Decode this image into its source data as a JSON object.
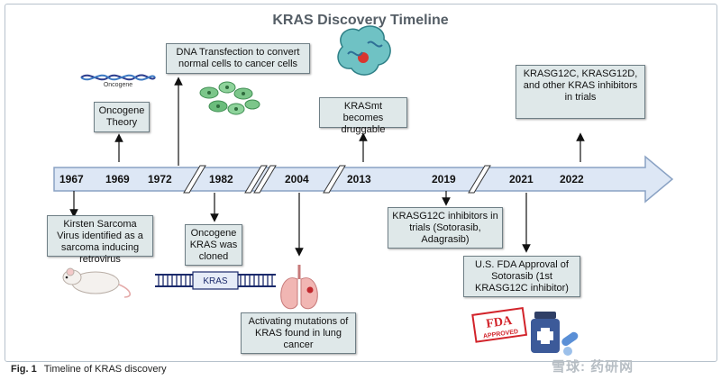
{
  "title": "KRAS Discovery Timeline",
  "caption": {
    "label": "Fig. 1",
    "text": "Timeline of KRAS discovery"
  },
  "watermark": "雪球: 药研网",
  "years": [
    "1967",
    "1969",
    "1972",
    "1982",
    "2004",
    "2013",
    "2019",
    "2021",
    "2022"
  ],
  "events": {
    "e1967": "Kirsten Sarcoma Virus identified as a sarcoma inducing retrovirus",
    "e1969": "Oncogene Theory",
    "e1972": "DNA Transfection to convert normal cells to cancer cells",
    "e1982": "Oncogene KRAS was cloned",
    "e2004": "Activating mutations of KRAS found in lung cancer",
    "e2013": "KRASmt becomes druggable",
    "e2019": "KRASG12C inhibitors in trials (Sotorasib, Adagrasib)",
    "e2021": "U.S. FDA Approval of Sotorasib (1st KRASG12C inhibitor)",
    "e2022": "KRASG12C, KRASG12D, and other KRAS inhibitors in trials"
  },
  "icons": {
    "oncogene_label": "Oncogene",
    "gene_label": "KRAS",
    "fda_stamp": "FDA APPROVED"
  },
  "colors": {
    "arrow_fill": "#dde7f5",
    "arrow_stroke": "#8aa2c4",
    "box_fill": "#dfe8e9"
  }
}
